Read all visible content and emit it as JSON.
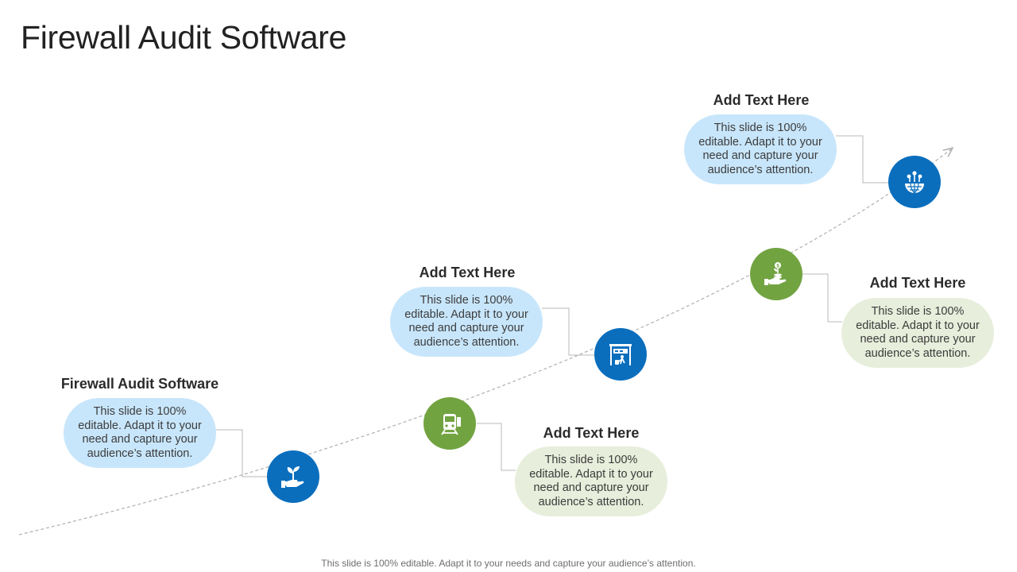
{
  "page": {
    "title": "Firewall Audit Software",
    "footer": "This slide is 100% editable. Adapt it to your needs and capture your audience’s attention."
  },
  "steps": [
    {
      "title": "Firewall Audit Software",
      "body": "This slide is 100% editable. Adapt it to your need and capture your audience’s attention.",
      "color": "#0a6ebd",
      "bubble_color": "#c8e6fb",
      "icon": "hand-plant-icon"
    },
    {
      "title": "Add Text Here",
      "body": "This slide is 100% editable. Adapt it to your need and capture your audience’s attention.",
      "color": "#72a341",
      "bubble_color": "#e7eedb",
      "icon": "train-icon"
    },
    {
      "title": "Add Text Here",
      "body": "This slide is 100% editable. Adapt it to your need and capture your audience’s attention.",
      "color": "#0a6ebd",
      "bubble_color": "#c8e6fb",
      "icon": "station-traveler-icon"
    },
    {
      "title": "Add Text Here",
      "body": "This slide is 100% editable. Adapt it to your need and capture your audience’s attention.",
      "color": "#72a341",
      "bubble_color": "#e7eedb",
      "icon": "hand-money-plant-icon"
    },
    {
      "title": "Add Text Here",
      "body": "This slide is 100% editable. Adapt it to your need and capture your audience’s attention.",
      "color": "#0a6ebd",
      "bubble_color": "#c8e6fb",
      "icon": "globe-network-icon"
    }
  ]
}
